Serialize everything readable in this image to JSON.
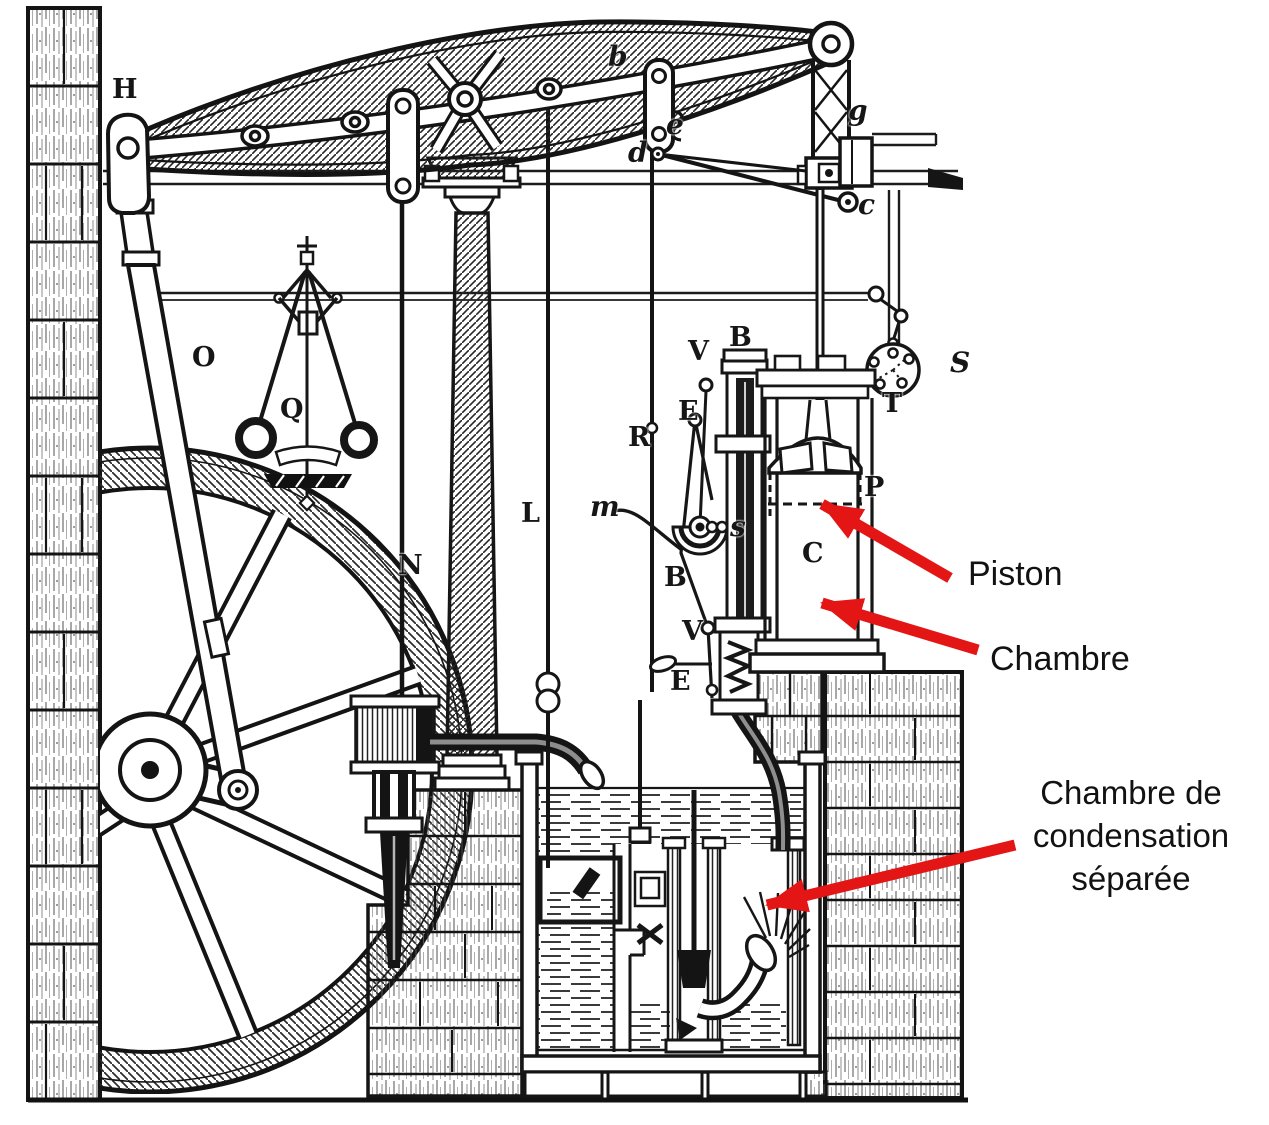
{
  "annotations": {
    "arrow_color": "#e31515",
    "text_color": "#121212",
    "piston": {
      "text": "Piston"
    },
    "chamber": {
      "text": "Chambre"
    },
    "condenser": {
      "text": "Chambre de condensation séparée",
      "lines": [
        "Chambre de",
        "condensation",
        "séparée"
      ]
    }
  },
  "diagram": {
    "ink_color": "#1a1a1a",
    "part_labels": [
      {
        "text": "H"
      },
      {
        "text": "b"
      },
      {
        "text": "e"
      },
      {
        "text": "d"
      },
      {
        "text": "g"
      },
      {
        "text": "c"
      },
      {
        "text": "O"
      },
      {
        "text": "Q"
      },
      {
        "text": "N"
      },
      {
        "text": "L"
      },
      {
        "text": "R"
      },
      {
        "text": "m"
      },
      {
        "text": "V"
      },
      {
        "text": "B"
      },
      {
        "text": "E"
      },
      {
        "text": "s"
      },
      {
        "text": "B"
      },
      {
        "text": "V"
      },
      {
        "text": "E"
      },
      {
        "text": "C"
      },
      {
        "text": "P"
      },
      {
        "text": "T"
      },
      {
        "text": "S"
      }
    ]
  }
}
